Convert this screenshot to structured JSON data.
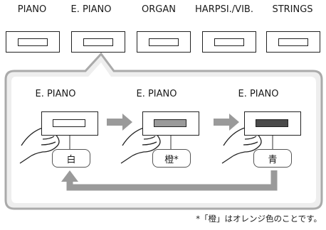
{
  "voices": [
    {
      "label": "PIANO"
    },
    {
      "label": "E. PIANO"
    },
    {
      "label": "ORGAN"
    },
    {
      "label": "HARPSI./VIB."
    },
    {
      "label": "STRINGS"
    }
  ],
  "steps": [
    {
      "title": "E. PIANO",
      "color_name": "白",
      "lamp_color": "#ffffff"
    },
    {
      "title": "E. PIANO",
      "color_name": "橙*",
      "lamp_color": "#9a9a9a"
    },
    {
      "title": "E. PIANO",
      "color_name": "青",
      "lamp_color": "#4a4a4a"
    }
  ],
  "footnote": "*「橙」はオレンジ色のことです。",
  "colors": {
    "frame_fill": "#e8e8e8",
    "frame_border": "#9a9a9a",
    "arrow": "#9a9a9a",
    "loop_arrow": "#9a9a9a"
  }
}
